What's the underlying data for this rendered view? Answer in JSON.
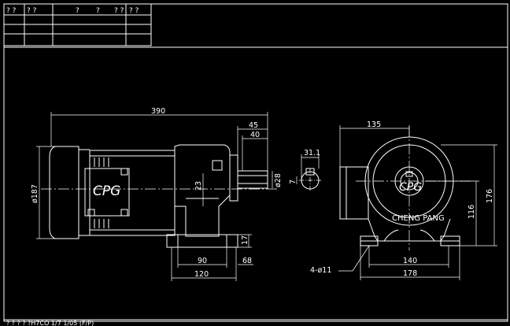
{
  "title_block": {
    "header_cells": [
      "? ?",
      "? ?",
      "?",
      "?",
      "? ?",
      "? ?"
    ],
    "footer_text": "? ?   ? ?   ?H7CO   1/7  1/05  (F/P)"
  },
  "drawing": {
    "colors": {
      "background": "#000000",
      "line": "#ffffff",
      "dimension": "#ffffff"
    },
    "side_view": {
      "brand_mark": "CPG",
      "dimensions": {
        "overall_length": "390",
        "shaft_length": "45",
        "shaft_key_length": "40",
        "motor_diameter": "ø187",
        "center_offset": "23",
        "shaft_diameter": "ø28",
        "foot_height": "17",
        "foot_spacing_inner": "90",
        "foot_spacing_outer": "120",
        "foot_width": "68"
      }
    },
    "shaft_section": {
      "dimensions": {
        "key_height": "31.1",
        "key_width": "7"
      }
    },
    "end_view": {
      "brand_mark": "CPG",
      "brand_name": "CHENG PANG",
      "dimensions": {
        "offset_width": "135",
        "center_height": "116",
        "overall_height": "176",
        "foot_spacing": "140",
        "overall_width": "178",
        "bolt_holes": "4-ø11"
      }
    }
  }
}
